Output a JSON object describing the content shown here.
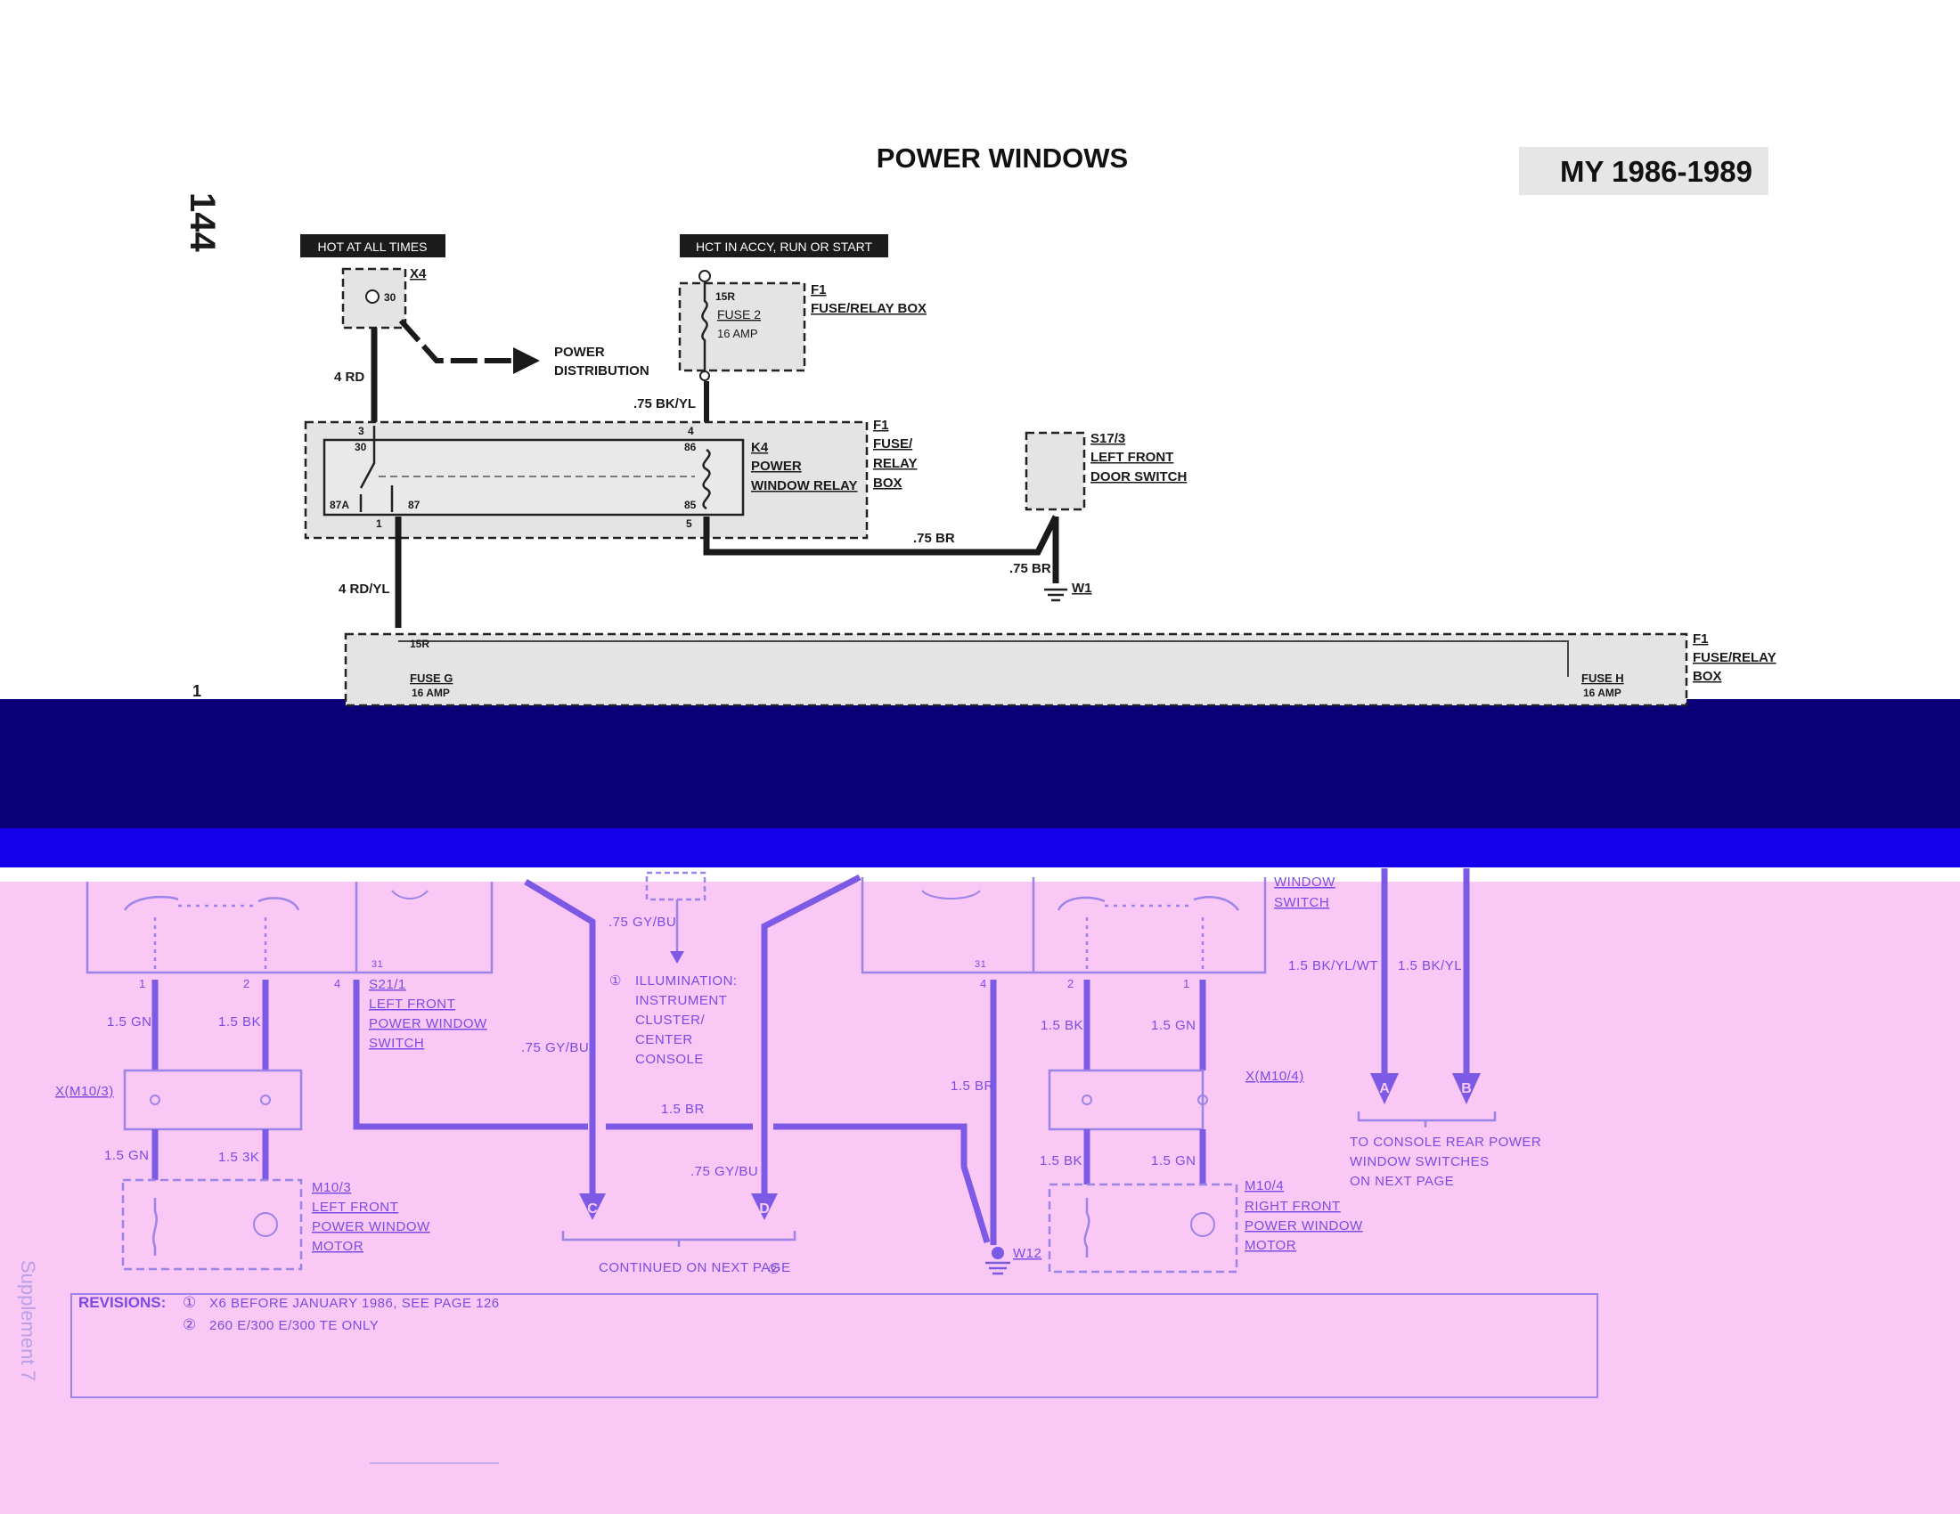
{
  "page": {
    "number": "144",
    "title": "POWER WINDOWS",
    "model_years": "MY 1986-1989",
    "supplement": "Supplement 7",
    "margin_fragment": "1"
  },
  "colors": {
    "band_navy": "#0b0077",
    "band_blue": "#1400ea",
    "tint_pink": "#f9c8f4",
    "wire_dark": "#1a1a1a",
    "wire_violet": "#7c5ae6"
  },
  "power_sources": {
    "hot_always": "HOT AT ALL TIMES",
    "hot_accy": "HCT IN ACCY, RUN OR START"
  },
  "x4": {
    "ref": "X4",
    "terminal": "30",
    "wire": "4 RD",
    "to_1": "POWER",
    "to_2": "DISTRIBUTION"
  },
  "fuse2": {
    "ref": "F1",
    "name": "FUSE/RELAY BOX",
    "terminal": "15R",
    "fuse_label": "FUSE 2",
    "rating": "16 AMP",
    "wire": ".75 BK/YL"
  },
  "relay": {
    "ref_f1": "F1",
    "f1_l1": "FUSE/",
    "f1_l2": "RELAY",
    "f1_l3": "BOX",
    "ref": "K4",
    "name_1": "POWER",
    "name_2": "WINDOW RELAY",
    "pin_3": "3",
    "pin_30": "30",
    "pin_87a": "8⁠7A",
    "pin_87": "87",
    "pin_1": "1",
    "pin_4": "4",
    "pin_86": "86",
    "pin_85": "85",
    "pin_5": "5"
  },
  "door_switch": {
    "ref": "S17/3",
    "name_1": "LEFT FRONT",
    "name_2": "DOOR SWITCH",
    "wire_a": ".75 BR",
    "wire_b": ".75 BR",
    "ground": "W1"
  },
  "feed": {
    "wire": "4 RD/YL"
  },
  "fuse_box": {
    "ref": "F1",
    "name_1": "FUSE/RELAY",
    "name_2": "BOX",
    "terminal": "15R",
    "fuse_g": "FUSE G",
    "fuse_g_rating": "16 AMP",
    "fuse_h": "FUSE H",
    "fuse_h_rating": "16 AMP"
  },
  "left_side": {
    "pin_1": "1",
    "pin_2": "2",
    "pin_4": "4",
    "pin_31": "31",
    "switch_ref": "S21/1",
    "switch_l1": "LEFT FRONT",
    "switch_l2": "POWER WINDOW",
    "switch_l3": "SWITCH",
    "wire_gn": "1.5 GN",
    "wire_bk": "1.5 BK",
    "connector": "X(M10/3)",
    "wire_gn_2": "1.5 GN",
    "wire_bk_2": "1.5 3K",
    "motor_ref": "M10/3",
    "motor_l1": "LEFT FRONT",
    "motor_l2": "POWER WINDOW",
    "motor_l3": "MOTOR"
  },
  "center": {
    "wire_top": ".75 GY/BU",
    "wire_left": ".75 GY/BU",
    "illum_1": "ILLUMINATION:",
    "illum_2": "INSTRUMENT",
    "illum_3": "CLUSTER/",
    "illum_4": "CENTER",
    "illum_5": "CONSOLE",
    "wire_br": "1.5 BR",
    "wire_right": ".75 GY/BU",
    "conn_c": "C",
    "conn_d": "D",
    "continued": "CONTINUED ON NEXT PAGE",
    "note_1": "①",
    "note_2": "②"
  },
  "right_side": {
    "switch_l1": "WINDOW",
    "switch_l2": "SWITCH",
    "pin_4": "4",
    "pin_2": "2",
    "pin_1": "1",
    "pin_31": "31",
    "wire_br": "1.5 BR",
    "wire_bk": "1.5 BK",
    "wire_gn": "1.5 GN",
    "connector": "X(M10/4)",
    "wire_bk_2": "1.5 BK",
    "wire_gn_2": "1.5 GN",
    "ground": "W12",
    "motor_ref": "M10/4",
    "motor_l1": "RIGHT FRONT",
    "motor_l2": "POWER WINDOW",
    "motor_l3": "MOTOR",
    "wire_a": "1.5 BK/YL/WT",
    "wire_b": "1.5 BK/YL",
    "conn_a": "A",
    "conn_b": "B",
    "rear_1": "TO CONSOLE REAR POWER",
    "rear_2": "WINDOW SWITCHES",
    "rear_3": "ON NEXT PAGE"
  },
  "revisions": {
    "label": "REVISIONS:",
    "mark_1": "①",
    "text_1": "X6 BEFORE JANUARY 1986, SEE PAGE 126",
    "mark_2": "②",
    "text_2": "260 E/300 E/300 TE ONLY"
  }
}
